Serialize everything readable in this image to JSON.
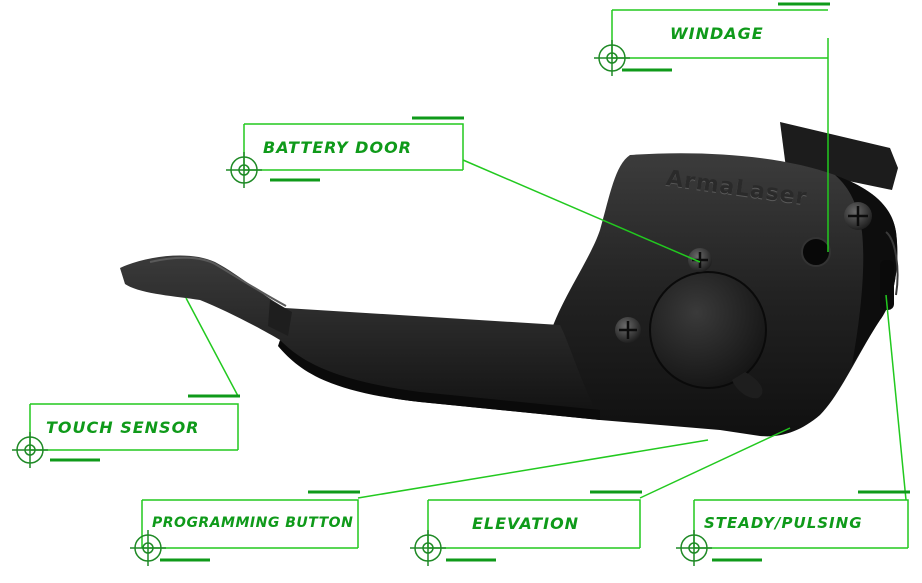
{
  "brand_text": "ArmaLaser",
  "accent_color": "#0f9a1a",
  "callouts": {
    "windage": "WINDAGE",
    "battery_door": "BATTERY DOOR",
    "touch_sensor": "TOUCH SENSOR",
    "programming_button": "PROGRAMMING BUTTON",
    "elevation": "ELEVATION",
    "steady_pulsing": "STEADY/PULSING"
  }
}
